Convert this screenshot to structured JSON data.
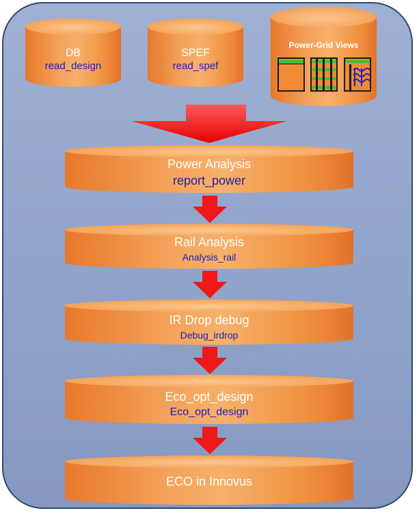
{
  "sources": {
    "db": {
      "title": "DB",
      "command": "read_design"
    },
    "spef": {
      "title": "SPEF",
      "command": "read_spef"
    },
    "power_grid": {
      "title": "Power-Grid Views"
    }
  },
  "steps": [
    {
      "title": "Power Analysis",
      "command": "report_power"
    },
    {
      "title": "Rail Analysis",
      "command": "Analysis_rail"
    },
    {
      "title": "IR Drop debug",
      "command": "Debug_irdrop"
    },
    {
      "title": "Eco_opt_design",
      "command": "Eco_opt_design"
    },
    {
      "title": "ECO in Innovus"
    }
  ],
  "colors": {
    "panel": "#8fa2c8",
    "cylinder": "#f3a25a",
    "arrow": "#ff1a1a",
    "command_text": "#1e22b8",
    "grid_stripe": "#3fbf3f"
  }
}
